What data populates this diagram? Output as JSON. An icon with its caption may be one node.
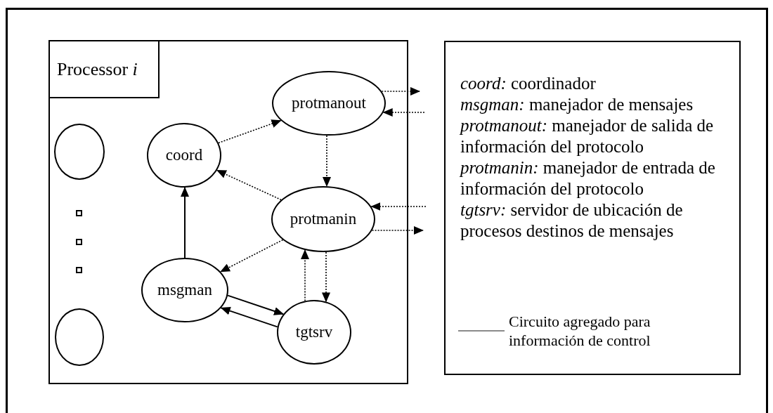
{
  "diagram": {
    "nodes": [
      {
        "text": [],
        "shape": "box"
      },
      {
        "text": [
          "Processor *i*"
        ],
        "in": 0
      },
      {
        "text": [],
        "shape": "circle",
        "in": 0
      },
      {
        "text": [],
        "shape": "circle",
        "in": 0
      },
      {
        "text": [
          "coord"
        ],
        "in": 0
      },
      {
        "text": [
          "protmanout"
        ],
        "in": 0
      },
      {
        "text": [
          "protmanin"
        ],
        "in": 0
      },
      {
        "text": [
          "msgman"
        ],
        "in": 0
      },
      {
        "text": [
          "tgtsrv"
        ],
        "in": 0
      },
      {
        "text": [
          "*coord:* coordinador",
          "*msgman:* manejador de mensajes",
          "*protmanout:* manejador de salida de información del protocolo",
          "*protmanin:* manejador de entrada de información del protocolo",
          "*tgtsrv:* servidor de ubicación de procesos destinos de mensajes"
        ]
      }
    ],
    "edges": [
      {
        "from": 4,
        "to": 5,
        "arrow": "to",
        "style": "dashed"
      },
      {
        "from": 5,
        "to": 6,
        "arrow": "to",
        "style": "dashed"
      },
      {
        "from": 6,
        "to": 4,
        "arrow": "to",
        "style": "dashed"
      },
      {
        "from": 6,
        "to": 7,
        "arrow": "to",
        "style": "dashed"
      },
      {
        "from": 7,
        "to": 4,
        "arrow": "to"
      },
      {
        "from": 7,
        "to": 8,
        "arrow": "to"
      },
      {
        "from": 8,
        "to": 7,
        "arrow": "to"
      },
      {
        "from": 8,
        "to": 6,
        "arrow": "to",
        "style": "dashed"
      },
      {
        "from": 6,
        "to": 8,
        "arrow": "to",
        "style": "dashed"
      },
      {
        "from": 5,
        "to": null,
        "arrow": "to",
        "style": "dashed"
      },
      {
        "from": null,
        "to": 5,
        "arrow": "to",
        "style": "dashed"
      },
      {
        "from": null,
        "to": 6,
        "arrow": "to",
        "style": "dashed"
      },
      {
        "from": 6,
        "to": null,
        "arrow": "to",
        "style": "dashed"
      }
    ],
    "legend": [
      {
        "text": "Circuito agregado para información de control"
      }
    ]
  }
}
